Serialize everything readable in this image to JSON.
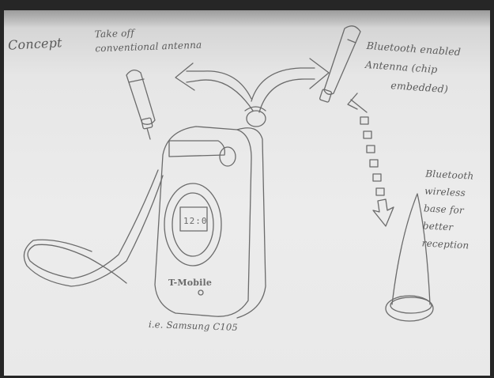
{
  "notes": {
    "concept": "Concept",
    "take_off_line1": "Take off",
    "take_off_line2": "conventional antenna",
    "bt_antenna_line1": "Bluetooth enabled",
    "bt_antenna_line2": "Antenna (chip",
    "bt_antenna_line3": "embedded)",
    "bt_base_line1": "Bluetooth",
    "bt_base_line2": "wireless",
    "bt_base_line3": "base for",
    "bt_base_line4": "better",
    "bt_base_line5": "reception",
    "model": "i.e. Samsung C105"
  },
  "phone": {
    "brand": "T-Mobile",
    "display": "12:0"
  }
}
